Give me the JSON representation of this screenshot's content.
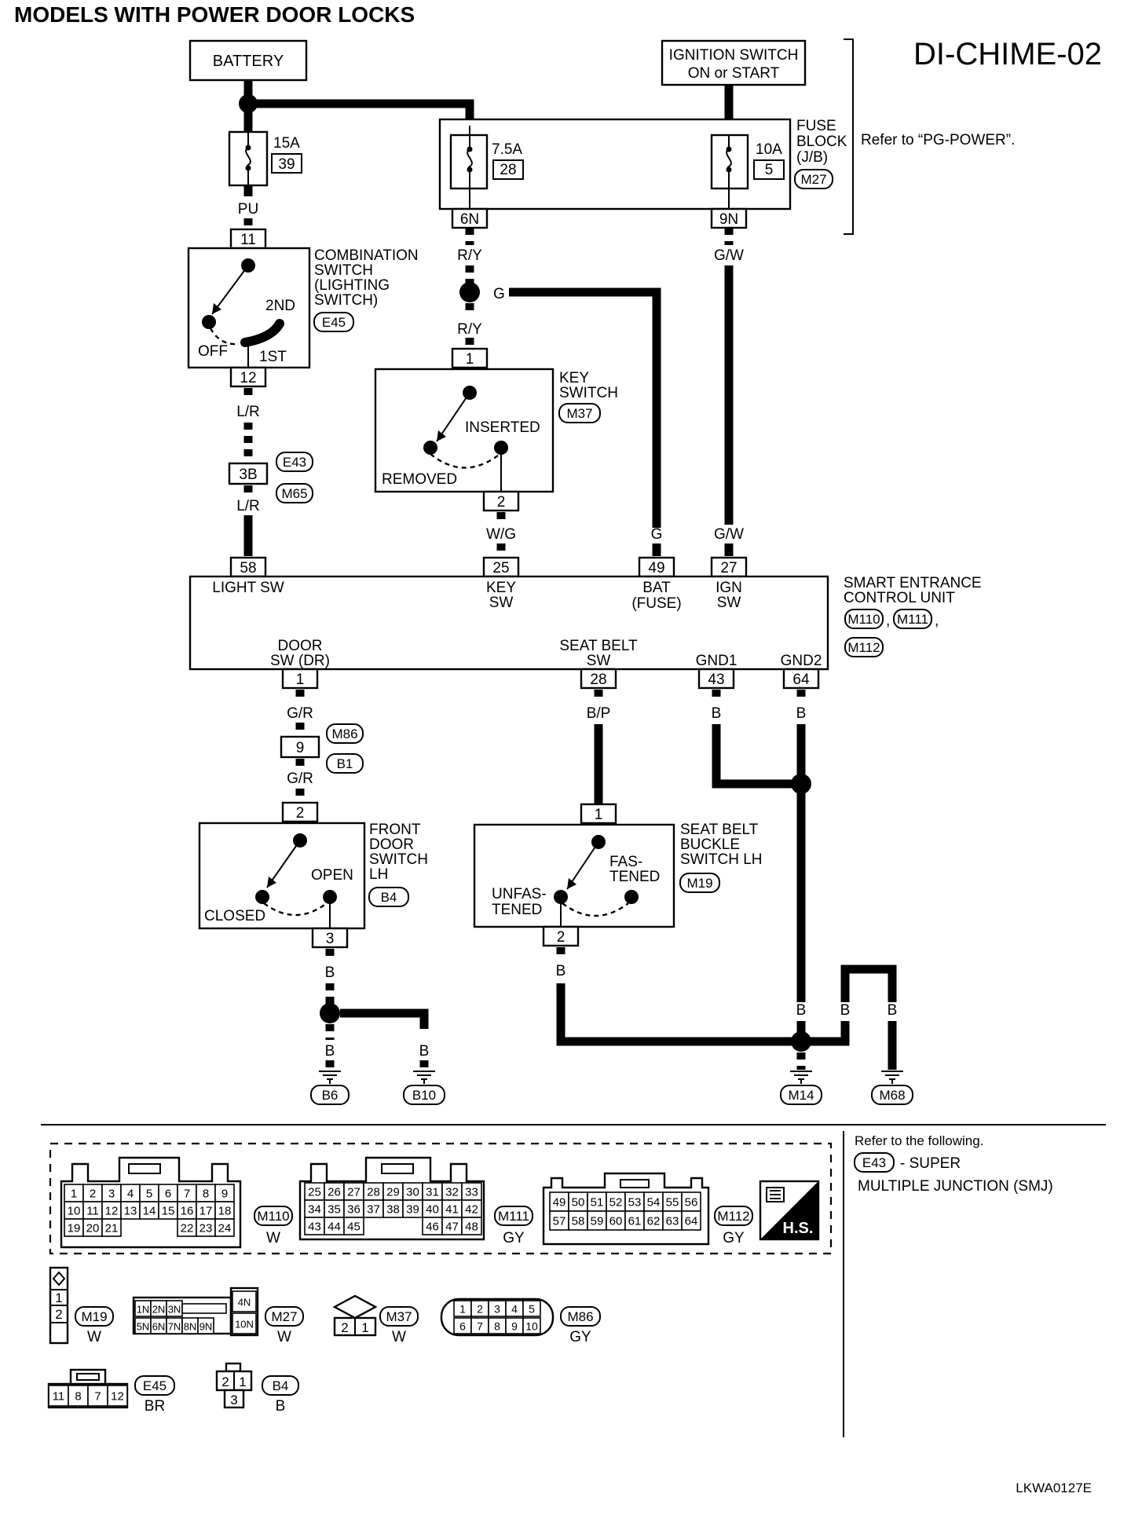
{
  "header": {
    "title": "MODELS WITH POWER DOOR LOCKS",
    "diagram_id": "DI-CHIME-02"
  },
  "power": {
    "battery": "BATTERY",
    "ignition_line1": "IGNITION SWITCH",
    "ignition_line2": "ON or START",
    "fuse_15a": "15A",
    "fuse_15a_no": "39",
    "fuse_75a": "7.5A",
    "fuse_75a_no": "28",
    "fuse_10a": "10A",
    "fuse_10a_no": "5",
    "fuse_block_1": "FUSE",
    "fuse_block_2": "BLOCK",
    "fuse_block_3": "(J/B)",
    "fuse_block_conn": "M27",
    "refer": "Refer to “PG-POWER”."
  },
  "wires": {
    "pu": "PU",
    "ry": "R/Y",
    "ry2": "R/Y",
    "g": "G",
    "g2": "G",
    "gw": "G/W",
    "gw2": "G/W",
    "lr": "L/R",
    "lr2": "L/R",
    "wg": "W/G",
    "gr": "G/R",
    "gr2": "G/R",
    "bp": "B/P",
    "b_gnd1": "B",
    "b_gnd2": "B",
    "b_door": "B",
    "b_door_left": "B",
    "b_door_right": "B",
    "b_seat": "B",
    "b_m14": "B",
    "b_mid": "B",
    "b_m68": "B"
  },
  "pins": {
    "p6n": "6N",
    "p9n": "9N",
    "p11": "11",
    "p12": "12",
    "p1_key": "1",
    "p2_key": "2",
    "p3b": "3B",
    "p58": "58",
    "p25": "25",
    "p49": "49",
    "p27": "27",
    "p1_door": "1",
    "p28": "28",
    "p43": "43",
    "p64": "64",
    "p9_jc": "9",
    "p2_front": "2",
    "p3_front": "3",
    "p1_seat": "1",
    "p2_seat": "2"
  },
  "combination_switch": {
    "line1": "COMBINATION",
    "line2": "SWITCH",
    "line3": "(LIGHTING",
    "line4": "SWITCH)",
    "conn": "E45",
    "off": "OFF",
    "first": "1ST",
    "second": "2ND"
  },
  "joint": {
    "e43": "E43",
    "m65": "M65",
    "m86": "M86",
    "b1": "B1"
  },
  "key_switch": {
    "line1": "KEY",
    "line2": "SWITCH",
    "conn": "M37",
    "inserted": "INSERTED",
    "removed": "REMOVED"
  },
  "secu": {
    "line1": "SMART ENTRANCE",
    "line2": "CONTROL UNIT",
    "conn1": "M110",
    "conn2": "M111",
    "conn3": "M112",
    "comma": ",",
    "light_sw": "LIGHT SW",
    "key_sw_1": "KEY",
    "key_sw_2": "SW",
    "bat_1": "BAT",
    "bat_2": "(FUSE)",
    "ign_1": "IGN",
    "ign_2": "SW",
    "door_1": "DOOR",
    "door_2": "SW (DR)",
    "seat_1": "SEAT BELT",
    "seat_2": "SW",
    "gnd1": "GND1",
    "gnd2": "GND2"
  },
  "front_door": {
    "line1": "FRONT",
    "line2": "DOOR",
    "line3": "SWITCH",
    "line4": "LH",
    "conn": "B4",
    "open": "OPEN",
    "closed": "CLOSED"
  },
  "seat_buckle": {
    "line1": "SEAT BELT",
    "line2": "BUCKLE",
    "line3": "SWITCH LH",
    "conn": "M19",
    "fastened_1": "FAS-",
    "fastened_2": "TENED",
    "unfastened_1": "UNFAS-",
    "unfastened_2": "TENED"
  },
  "grounds": {
    "b6": "B6",
    "b10": "B10",
    "m14": "M14",
    "m68": "M68"
  },
  "connectors": {
    "m110_pins": [
      "1",
      "2",
      "3",
      "4",
      "5",
      "6",
      "7",
      "8",
      "9",
      "10",
      "11",
      "12",
      "13",
      "14",
      "15",
      "16",
      "17",
      "18",
      "19",
      "20",
      "21",
      "22",
      "23",
      "24"
    ],
    "m110": "M110",
    "m110_color": "W",
    "m111_pins": [
      "25",
      "26",
      "27",
      "28",
      "29",
      "30",
      "31",
      "32",
      "33",
      "34",
      "35",
      "36",
      "37",
      "38",
      "39",
      "40",
      "41",
      "42",
      "43",
      "44",
      "45",
      "46",
      "47",
      "48"
    ],
    "m111": "M111",
    "m111_color": "GY",
    "m112_pins": [
      "49",
      "50",
      "51",
      "52",
      "53",
      "54",
      "55",
      "56",
      "57",
      "58",
      "59",
      "60",
      "61",
      "62",
      "63",
      "64"
    ],
    "m112": "M112",
    "m112_color": "GY",
    "hs": "H.S.",
    "m19_pins": [
      "1",
      "2"
    ],
    "m19": "M19",
    "m19_color": "W",
    "m27_pins": [
      "1N",
      "2N",
      "3N",
      "4N",
      "5N",
      "6N",
      "7N",
      "8N",
      "9N",
      "10N"
    ],
    "m27": "M27",
    "m27_color": "W",
    "m37_pins": [
      "2",
      "1"
    ],
    "m37": "M37",
    "m37_color": "W",
    "m86_pins": [
      "1",
      "2",
      "3",
      "4",
      "5",
      "6",
      "7",
      "8",
      "9",
      "10"
    ],
    "m86": "M86",
    "m86_color": "GY",
    "e45_pins": [
      "11",
      "8",
      "7",
      "12"
    ],
    "e45": "E45",
    "e45_color": "BR",
    "b4_pins": [
      "2",
      "1",
      "3"
    ],
    "b4": "B4",
    "b4_color": "B"
  },
  "legend": {
    "line1": "Refer to the following.",
    "conn": "E43",
    "line2": "- SUPER",
    "line3": "MULTIPLE JUNCTION (SMJ)"
  },
  "footer": {
    "code": "LKWA0127E"
  }
}
